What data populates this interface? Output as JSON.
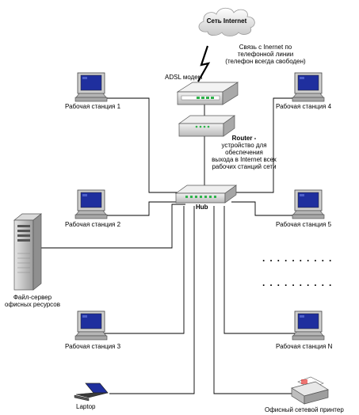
{
  "diagram": {
    "cloud_label": "Сеть Internet",
    "internet_link_note": [
      "Связь с Inernet по",
      "телефонной линии",
      "(телефон всегда свободен)"
    ],
    "adsl_modem_label": "ADSL модем",
    "router_title": "Router -",
    "router_note": [
      "устройство для",
      "обеспечения",
      "выхода в Internet всех",
      "рабочих станций сети"
    ],
    "hub_label": "Hub",
    "workstation_1": "Рабочая станция  1",
    "workstation_2": "Рабочая станция  2",
    "workstation_3": "Рабочая станция  3",
    "workstation_4": "Рабочая станция  4",
    "workstation_5": "Рабочая станция  5",
    "workstation_n": "Рабочая станция  N",
    "file_server_label": [
      "Файл-сервер",
      "офисных ресурсов"
    ],
    "laptop_label": "Laptop",
    "printer_label": "Офисный сетевой принтер",
    "ellipsis_rows": [
      "· · · · · · · · · ·",
      "· · · · · · · · · ·"
    ]
  },
  "colors": {
    "line": "#000000",
    "monitor_body": "#c9c9c9",
    "screen": "#1f2f9e",
    "device": "#dcdcdc",
    "led": "#2db34a"
  }
}
